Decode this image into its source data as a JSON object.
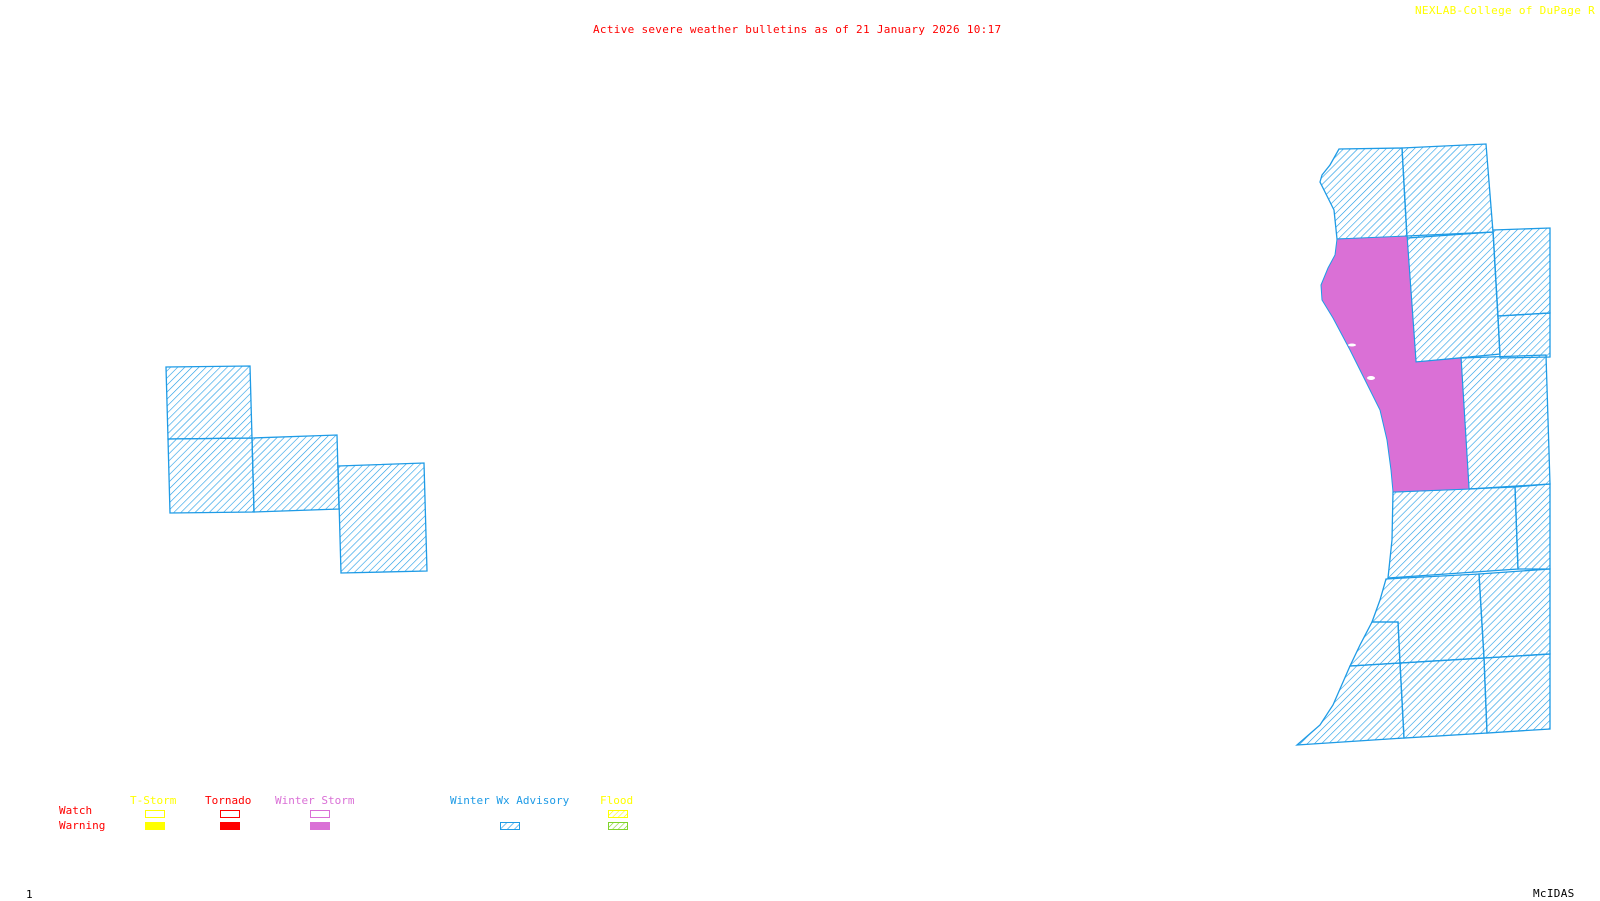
{
  "header": {
    "title": "Active severe weather bulletins as of 21 January 2026 10:17",
    "credit": "NEXLAB-College of DuPage R"
  },
  "footer": {
    "frame_number": "1",
    "software": "McIDAS"
  },
  "colors": {
    "title": "#ff0000",
    "credit": "#ffff00",
    "tstorm": "#ffff00",
    "tornado": "#ff0000",
    "winter_storm": "#da70d6",
    "winter_wx_advisory": "#1e9be6",
    "flood_watch": "#ffff00",
    "flood_warning": "#7fd32a"
  },
  "legend": {
    "row_labels": {
      "watch": "Watch",
      "warning": "Warning"
    },
    "columns": [
      {
        "key": "tstorm",
        "label": "T-Storm",
        "watch": "outline",
        "warning": "solid"
      },
      {
        "key": "tornado",
        "label": "Tornado",
        "watch": "outline",
        "warning": "solid"
      },
      {
        "key": "winter_storm",
        "label": "Winter Storm",
        "watch": "outline",
        "warning": "solid"
      },
      {
        "key": "winter_wx_advisory",
        "label": "Winter Wx Advisory",
        "watch": null,
        "warning": "hatched"
      },
      {
        "key": "flood",
        "label": "Flood",
        "watch": "hatched",
        "warning": "hatched"
      }
    ]
  },
  "map": {
    "active_areas": [
      {
        "type": "Winter Wx Advisory",
        "region": "west-central group",
        "county_count": 4
      },
      {
        "type": "Winter Storm Warning",
        "region": "east lakeshore",
        "county_count": 2
      },
      {
        "type": "Winter Wx Advisory",
        "region": "east lakeshore and inland",
        "county_count": 17
      }
    ]
  }
}
